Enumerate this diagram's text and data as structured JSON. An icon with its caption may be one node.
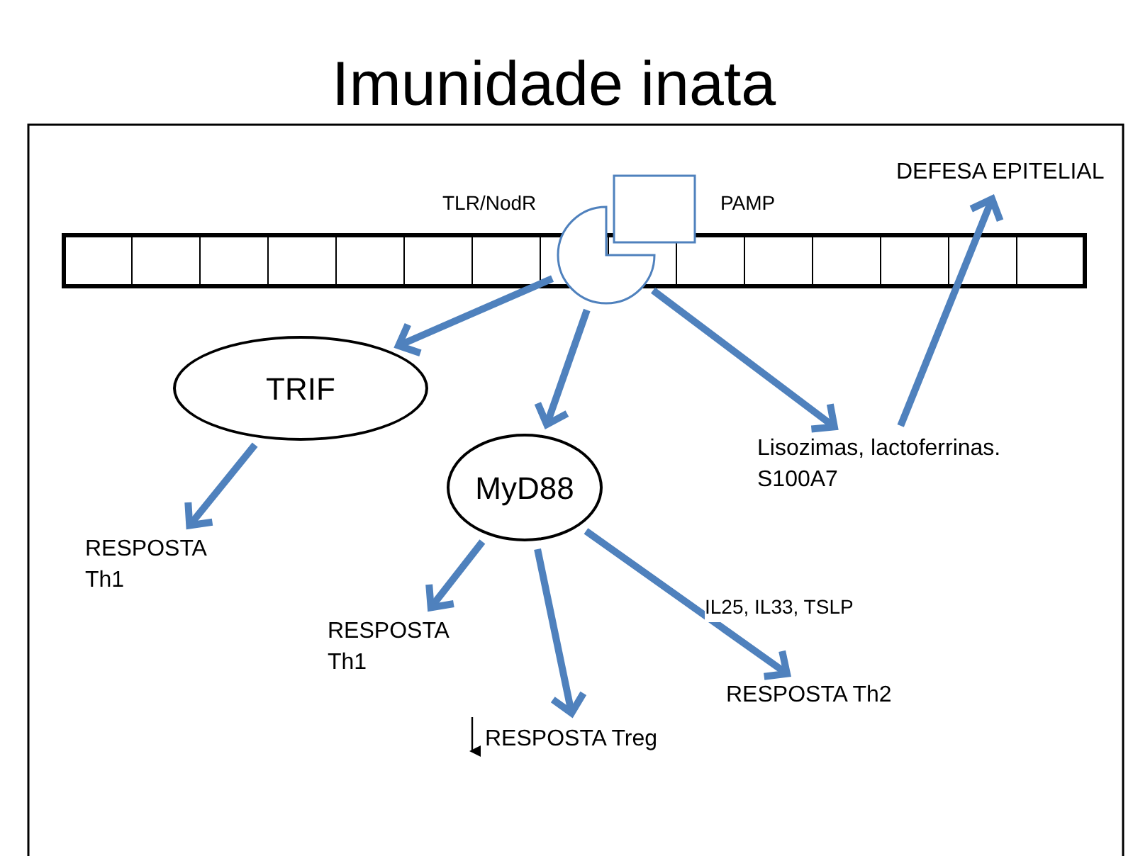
{
  "diagram": {
    "title": "Imunidade inata",
    "nodes": [
      {
        "text": [],
        "shape": "circle"
      },
      {
        "text": [
          "TRIF"
        ]
      },
      {
        "text": [
          "MyD88"
        ]
      },
      {
        "text": [
          "Lisozimas, lactoferrinas. S100A7"
        ]
      },
      {
        "text": [
          "DEFESA EPITELIAL"
        ]
      },
      {
        "text": [
          "RESPOSTA Th1"
        ]
      },
      {
        "text": [
          "RESPOSTA Th1"
        ]
      },
      {
        "text": [
          "RESPOSTA Treg"
        ]
      },
      {
        "text": [
          "RESPOSTA Th2"
        ]
      }
    ],
    "edges": [
      {
        "from": 0,
        "to": 1,
        "arrow": "to"
      },
      {
        "from": 0,
        "to": 2,
        "arrow": "to"
      },
      {
        "from": 0,
        "to": 3,
        "arrow": "to"
      },
      {
        "from": 3,
        "to": 4,
        "arrow": "to"
      },
      {
        "from": 1,
        "to": 5,
        "arrow": "to"
      },
      {
        "from": 2,
        "to": 6,
        "arrow": "to"
      },
      {
        "from": 2,
        "to": 7,
        "arrow": "to"
      },
      {
        "from": 2,
        "to": 8,
        "label": "IL25, IL33, TSLP",
        "arrow": "to"
      }
    ],
    "labels": [
      "TLR/NodR",
      "PAMP"
    ]
  }
}
